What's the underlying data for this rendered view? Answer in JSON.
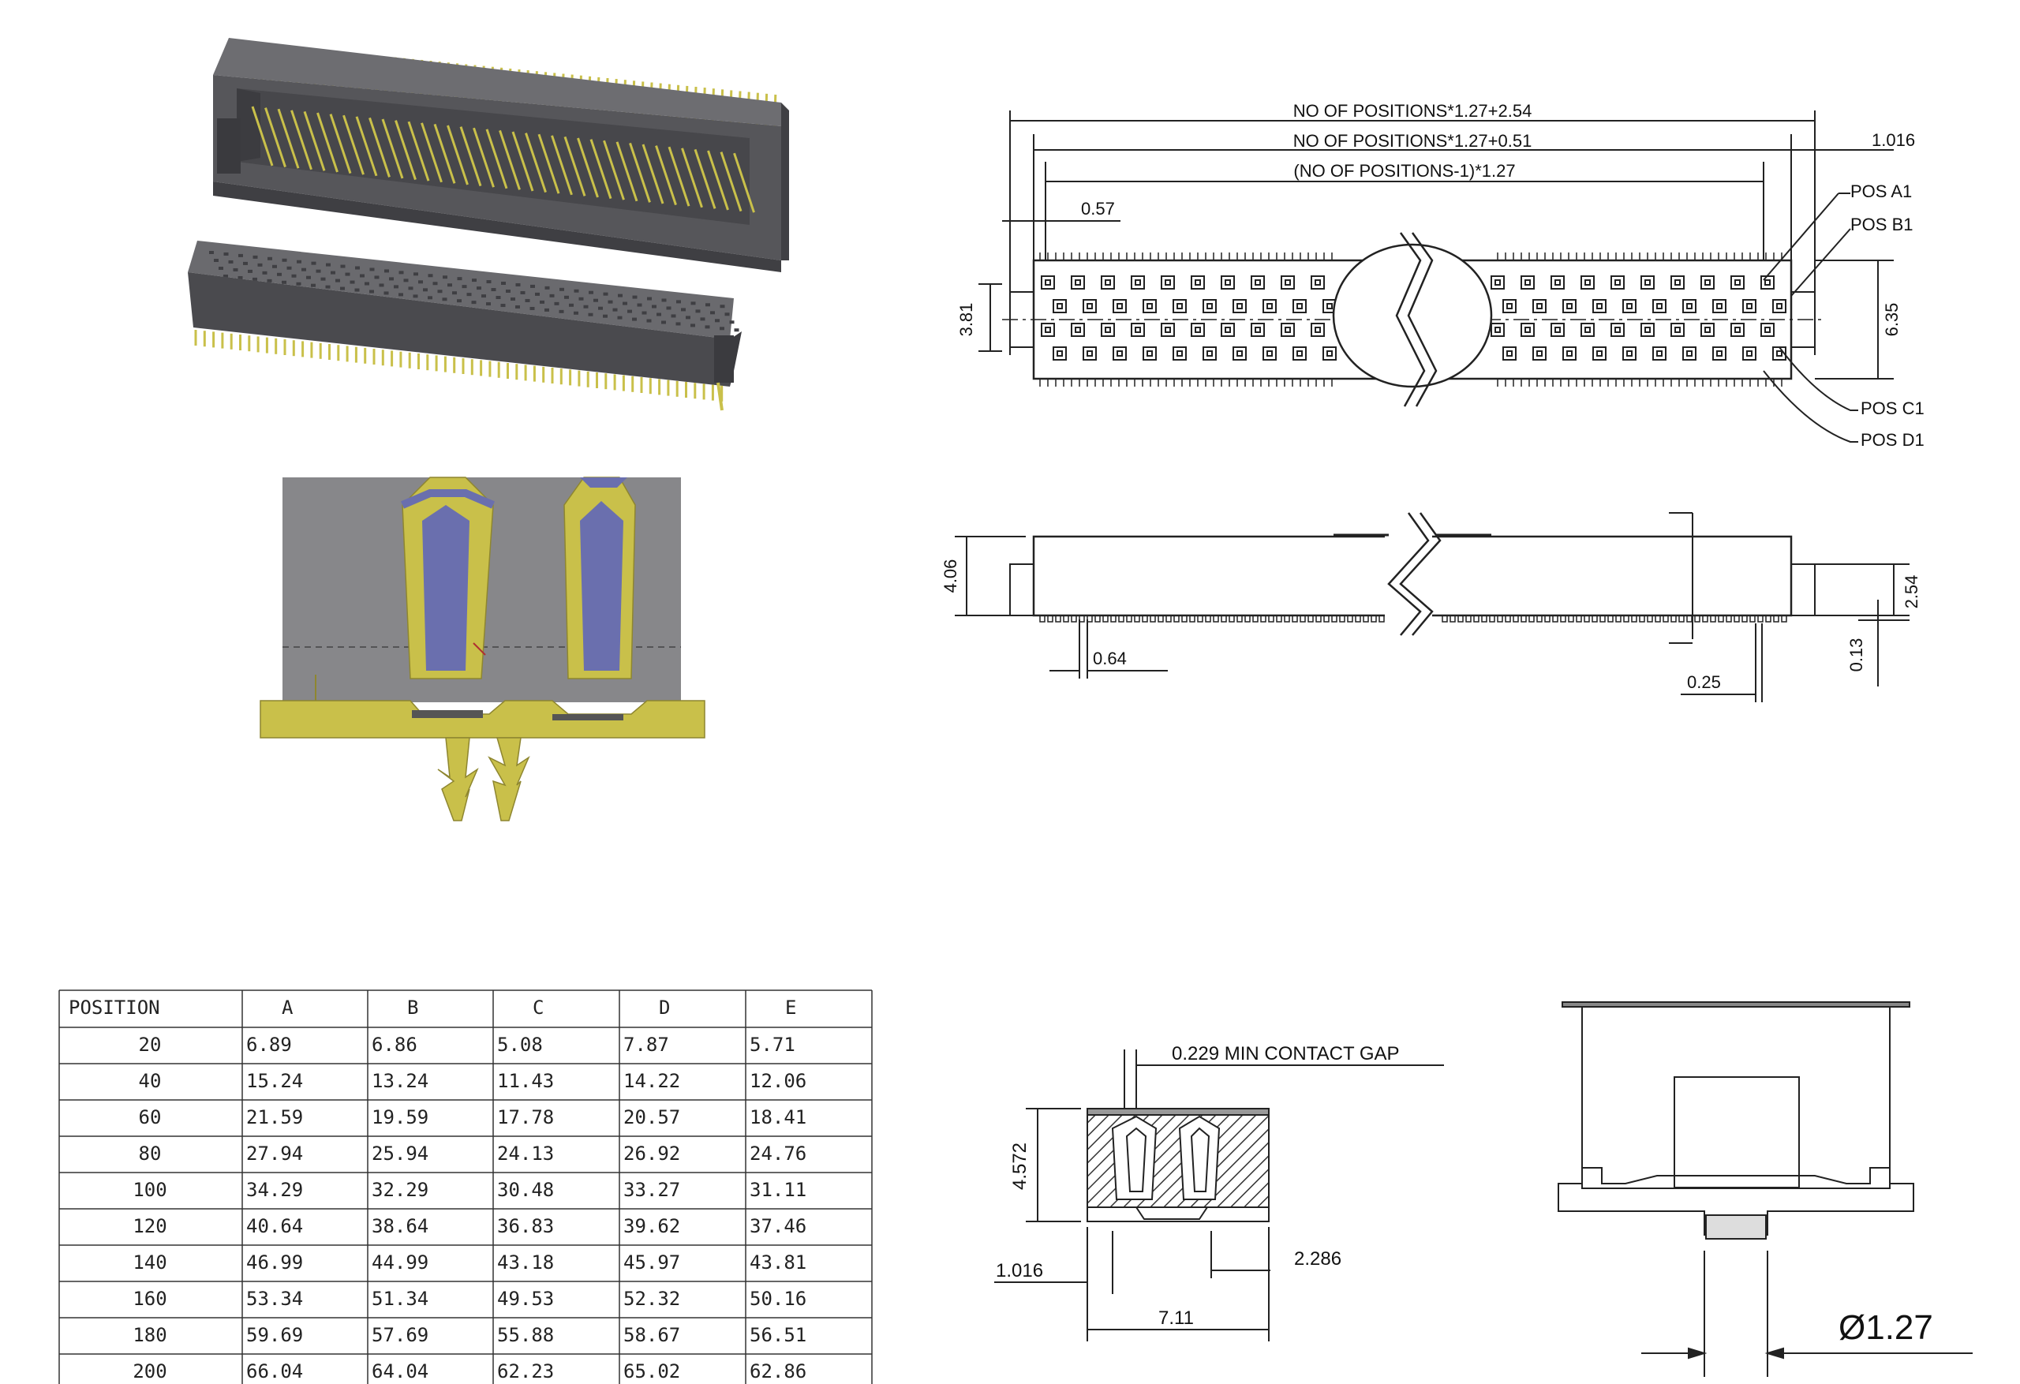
{
  "top_view": {
    "dim_overall": "NO OF POSITIONS*1.27+2.54",
    "dim_body": "NO OF POSITIONS*1.27+0.51",
    "dim_pitch": "(NO OF POSITIONS-1)*1.27",
    "dim_1016": "1.016",
    "dim_057": "0.57",
    "dim_381": "3.81",
    "dim_635": "6.35",
    "pos_a1": "POS A1",
    "pos_b1": "POS B1",
    "pos_c1": "POS C1",
    "pos_d1": "POS D1"
  },
  "side_view": {
    "dim_406": "4.06",
    "dim_254": "2.54",
    "dim_013": "0.13",
    "dim_064": "0.64",
    "dim_025": "0.25"
  },
  "section_view": {
    "contact_gap": "0.229 MIN CONTACT GAP",
    "dim_4572": "4.572",
    "dim_1016": "1.016",
    "dim_2286": "2.286",
    "dim_711": "7.11"
  },
  "end_view": {
    "diameter": "Ø1.27"
  },
  "position_table": {
    "headers": [
      "POSITION",
      "A",
      "B",
      "C",
      "D",
      "E"
    ],
    "rows": [
      [
        "20",
        "6.89",
        "6.86",
        "5.08",
        "7.87",
        "5.71"
      ],
      [
        "40",
        "15.24",
        "13.24",
        "11.43",
        "14.22",
        "12.06"
      ],
      [
        "60",
        "21.59",
        "19.59",
        "17.78",
        "20.57",
        "18.41"
      ],
      [
        "80",
        "27.94",
        "25.94",
        "24.13",
        "26.92",
        "24.76"
      ],
      [
        "100",
        "34.29",
        "32.29",
        "30.48",
        "33.27",
        "31.11"
      ],
      [
        "120",
        "40.64",
        "38.64",
        "36.83",
        "39.62",
        "37.46"
      ],
      [
        "140",
        "46.99",
        "44.99",
        "43.18",
        "45.97",
        "43.81"
      ],
      [
        "160",
        "53.34",
        "51.34",
        "49.53",
        "52.32",
        "50.16"
      ],
      [
        "180",
        "59.69",
        "57.69",
        "55.88",
        "58.67",
        "56.51"
      ],
      [
        "200",
        "66.04",
        "64.04",
        "62.23",
        "65.02",
        "62.86"
      ]
    ]
  },
  "colors": {
    "housing": "#5b5b5f",
    "housing_light": "#7a7a7e",
    "gold": "#c9c04a",
    "contact_blue": "#6a6fae",
    "section_grey": "#87878a",
    "line": "#222222"
  }
}
